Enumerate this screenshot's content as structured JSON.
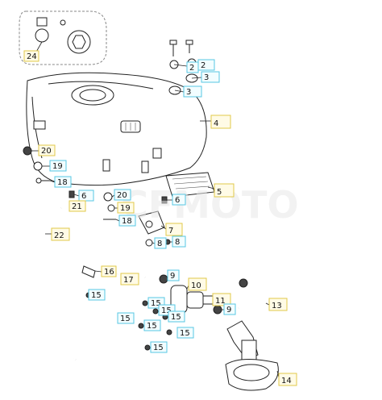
{
  "callouts": [
    {
      "label": "24",
      "style": "yellow"
    },
    {
      "label": "2",
      "style": "cyan"
    },
    {
      "label": "2",
      "style": "cyan"
    },
    {
      "label": "3",
      "style": "cyan"
    },
    {
      "label": "3",
      "style": "cyan"
    },
    {
      "label": "4",
      "style": "yellow"
    },
    {
      "label": "20",
      "style": "yellow"
    },
    {
      "label": "19",
      "style": "cyan"
    },
    {
      "label": "18",
      "style": "cyan"
    },
    {
      "label": "6",
      "style": "cyan"
    },
    {
      "label": "21",
      "style": "yellow"
    },
    {
      "label": "20",
      "style": "cyan"
    },
    {
      "label": "19",
      "style": "yellow"
    },
    {
      "label": "5",
      "style": "yellow"
    },
    {
      "label": "6",
      "style": "cyan"
    },
    {
      "label": "18",
      "style": "cyan"
    },
    {
      "label": "7",
      "style": "yellow"
    },
    {
      "label": "22",
      "style": "yellow"
    },
    {
      "label": "8",
      "style": "cyan"
    },
    {
      "label": "8",
      "style": "cyan"
    },
    {
      "label": "9",
      "style": "cyan"
    },
    {
      "label": "16",
      "style": "yellow"
    },
    {
      "label": "17",
      "style": "yellow"
    },
    {
      "label": "10",
      "style": "yellow"
    },
    {
      "label": "11",
      "style": "yellow"
    },
    {
      "label": "9",
      "style": "cyan"
    },
    {
      "label": "13",
      "style": "yellow"
    },
    {
      "label": "15",
      "style": "cyan"
    },
    {
      "label": "15",
      "style": "cyan"
    },
    {
      "label": "15",
      "style": "cyan"
    },
    {
      "label": "15",
      "style": "cyan"
    },
    {
      "label": "15",
      "style": "cyan"
    },
    {
      "label": "15",
      "style": "cyan"
    },
    {
      "label": "15",
      "style": "cyan"
    },
    {
      "label": "15",
      "style": "cyan"
    },
    {
      "label": "14",
      "style": "yellow"
    }
  ],
  "colors": {
    "yellow_box_fill": "#fffbe6",
    "yellow_box_stroke": "#e0c84a",
    "cyan_box_fill": "#f2fdff",
    "cyan_box_stroke": "#57c7e3",
    "line": "#222222"
  }
}
